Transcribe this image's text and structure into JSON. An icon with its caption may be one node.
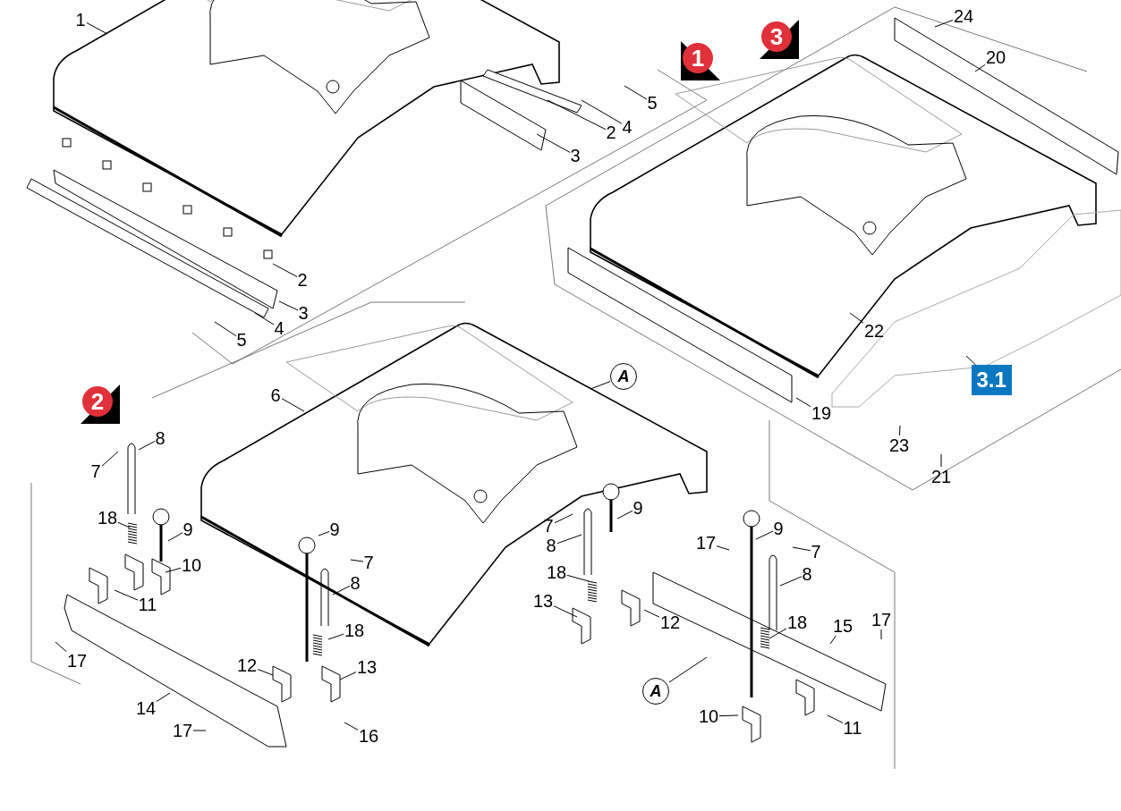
{
  "diagram": {
    "nodes": [
      {
        "text": [
          "1"
        ],
        "in": 50
      },
      {
        "text": [
          "5"
        ],
        "in": 50
      },
      {
        "text": [
          "2"
        ],
        "in": 50
      },
      {
        "text": [
          "4"
        ],
        "in": 50
      },
      {
        "text": [
          "3"
        ],
        "in": 50
      },
      {
        "text": [
          "2"
        ],
        "in": 50
      },
      {
        "text": [
          "3"
        ],
        "in": 50
      },
      {
        "text": [
          "4"
        ],
        "in": 50
      },
      {
        "text": [
          "5"
        ],
        "in": 50
      },
      {
        "text": [
          "24"
        ],
        "in": 50
      },
      {
        "text": [
          "20"
        ],
        "in": 50
      },
      {
        "text": [
          "22"
        ],
        "in": 50
      },
      {
        "text": [
          "19"
        ],
        "in": 50
      },
      {
        "text": [
          "23"
        ],
        "in": 50
      },
      {
        "text": [
          "21"
        ],
        "in": 50
      },
      {
        "text": [
          "3.1"
        ],
        "in": 50
      },
      {
        "text": [
          "A"
        ],
        "in": 50
      },
      {
        "text": [
          "6"
        ],
        "in": 50
      },
      {
        "text": [
          "8"
        ],
        "in": 50
      },
      {
        "text": [
          "7"
        ],
        "in": 50
      },
      {
        "text": [
          "18"
        ],
        "in": 50
      },
      {
        "text": [
          "9"
        ],
        "in": 50
      },
      {
        "text": [
          "10"
        ],
        "in": 50
      },
      {
        "text": [
          "11"
        ],
        "in": 50
      },
      {
        "text": [
          "17"
        ],
        "in": 50
      },
      {
        "text": [
          "14"
        ],
        "in": 50
      },
      {
        "text": [
          "17"
        ],
        "in": 50
      },
      {
        "text": [
          "9"
        ],
        "in": 50
      },
      {
        "text": [
          "7"
        ],
        "in": 50
      },
      {
        "text": [
          "8"
        ],
        "in": 50
      },
      {
        "text": [
          "18"
        ],
        "in": 50
      },
      {
        "text": [
          "12"
        ],
        "in": 50
      },
      {
        "text": [
          "13"
        ],
        "in": 50
      },
      {
        "text": [
          "16"
        ],
        "in": 50
      },
      {
        "text": [
          "7"
        ],
        "in": 50
      },
      {
        "text": [
          "8"
        ],
        "in": 50
      },
      {
        "text": [
          "9"
        ],
        "in": 50
      },
      {
        "text": [
          "18"
        ],
        "in": 50
      },
      {
        "text": [
          "13"
        ],
        "in": 50
      },
      {
        "text": [
          "12"
        ],
        "in": 50
      },
      {
        "text": [
          "17"
        ],
        "in": 50
      },
      {
        "text": [
          "9"
        ],
        "in": 50
      },
      {
        "text": [
          "7"
        ],
        "in": 50
      },
      {
        "text": [
          "8"
        ],
        "in": 50
      },
      {
        "text": [
          "18"
        ],
        "in": 50
      },
      {
        "text": [
          "15"
        ],
        "in": 50
      },
      {
        "text": [
          "17"
        ],
        "in": 50
      },
      {
        "text": [
          "A"
        ],
        "in": 50
      },
      {
        "text": [
          "10"
        ],
        "in": 50
      },
      {
        "text": [
          "11"
        ],
        "in": 50
      },
      {
        "text": [],
        "shape": "picture"
      }
    ],
    "edges": [
      {
        "from": 0,
        "to": 50,
        "arrow": "none"
      },
      {
        "from": 1,
        "to": 50,
        "arrow": "none"
      },
      {
        "from": 2,
        "to": 50,
        "arrow": "none"
      },
      {
        "from": 3,
        "to": 50,
        "arrow": "none"
      },
      {
        "from": 4,
        "to": 50,
        "arrow": "none"
      },
      {
        "from": 5,
        "to": 50,
        "arrow": "none"
      },
      {
        "from": 6,
        "to": 50,
        "arrow": "none"
      },
      {
        "from": 7,
        "to": 50,
        "arrow": "none"
      },
      {
        "from": 8,
        "to": 50,
        "arrow": "none"
      },
      {
        "from": 9,
        "to": 50,
        "arrow": "none"
      },
      {
        "from": 10,
        "to": 50,
        "arrow": "none"
      },
      {
        "from": 11,
        "to": 50,
        "arrow": "none"
      },
      {
        "from": 12,
        "to": 50,
        "arrow": "none"
      },
      {
        "from": 13,
        "to": 50,
        "arrow": "none"
      },
      {
        "from": 14,
        "to": 50,
        "arrow": "none"
      },
      {
        "from": 15,
        "to": 50,
        "arrow": "none"
      },
      {
        "from": 16,
        "to": 50,
        "arrow": "none"
      },
      {
        "from": 17,
        "to": 50,
        "arrow": "none"
      },
      {
        "from": 18,
        "to": 50,
        "arrow": "none"
      },
      {
        "from": 19,
        "to": 50,
        "arrow": "none"
      },
      {
        "from": 20,
        "to": 50,
        "arrow": "none"
      },
      {
        "from": 21,
        "to": 50,
        "arrow": "none"
      },
      {
        "from": 22,
        "to": 50,
        "arrow": "none"
      },
      {
        "from": 23,
        "to": 50,
        "arrow": "none"
      },
      {
        "from": 24,
        "to": 50,
        "arrow": "none"
      },
      {
        "from": 25,
        "to": 50,
        "arrow": "none"
      },
      {
        "from": 26,
        "to": 50,
        "arrow": "none"
      },
      {
        "from": 27,
        "to": 50,
        "arrow": "none"
      },
      {
        "from": 28,
        "to": 50,
        "arrow": "none"
      },
      {
        "from": 29,
        "to": 50,
        "arrow": "none"
      },
      {
        "from": 30,
        "to": 50,
        "arrow": "none"
      },
      {
        "from": 31,
        "to": 50,
        "arrow": "none"
      },
      {
        "from": 32,
        "to": 50,
        "arrow": "none"
      },
      {
        "from": 33,
        "to": 50,
        "arrow": "none"
      },
      {
        "from": 34,
        "to": 50,
        "arrow": "none"
      },
      {
        "from": 35,
        "to": 50,
        "arrow": "none"
      },
      {
        "from": 36,
        "to": 50,
        "arrow": "none"
      },
      {
        "from": 37,
        "to": 50,
        "arrow": "none"
      },
      {
        "from": 38,
        "to": 50,
        "arrow": "none"
      },
      {
        "from": 39,
        "to": 50,
        "arrow": "none"
      },
      {
        "from": 40,
        "to": 50,
        "arrow": "none"
      },
      {
        "from": 41,
        "to": 50,
        "arrow": "none"
      },
      {
        "from": 42,
        "to": 50,
        "arrow": "none"
      },
      {
        "from": 43,
        "to": 50,
        "arrow": "none"
      },
      {
        "from": 44,
        "to": 50,
        "arrow": "none"
      },
      {
        "from": 45,
        "to": 50,
        "arrow": "none"
      },
      {
        "from": 46,
        "to": 50,
        "arrow": "none"
      },
      {
        "from": 47,
        "to": 50,
        "arrow": "none"
      },
      {
        "from": 48,
        "to": 50,
        "arrow": "none"
      },
      {
        "from": 49,
        "to": 50,
        "arrow": "none"
      }
    ],
    "labels": [
      "1",
      "3",
      "2"
    ]
  }
}
